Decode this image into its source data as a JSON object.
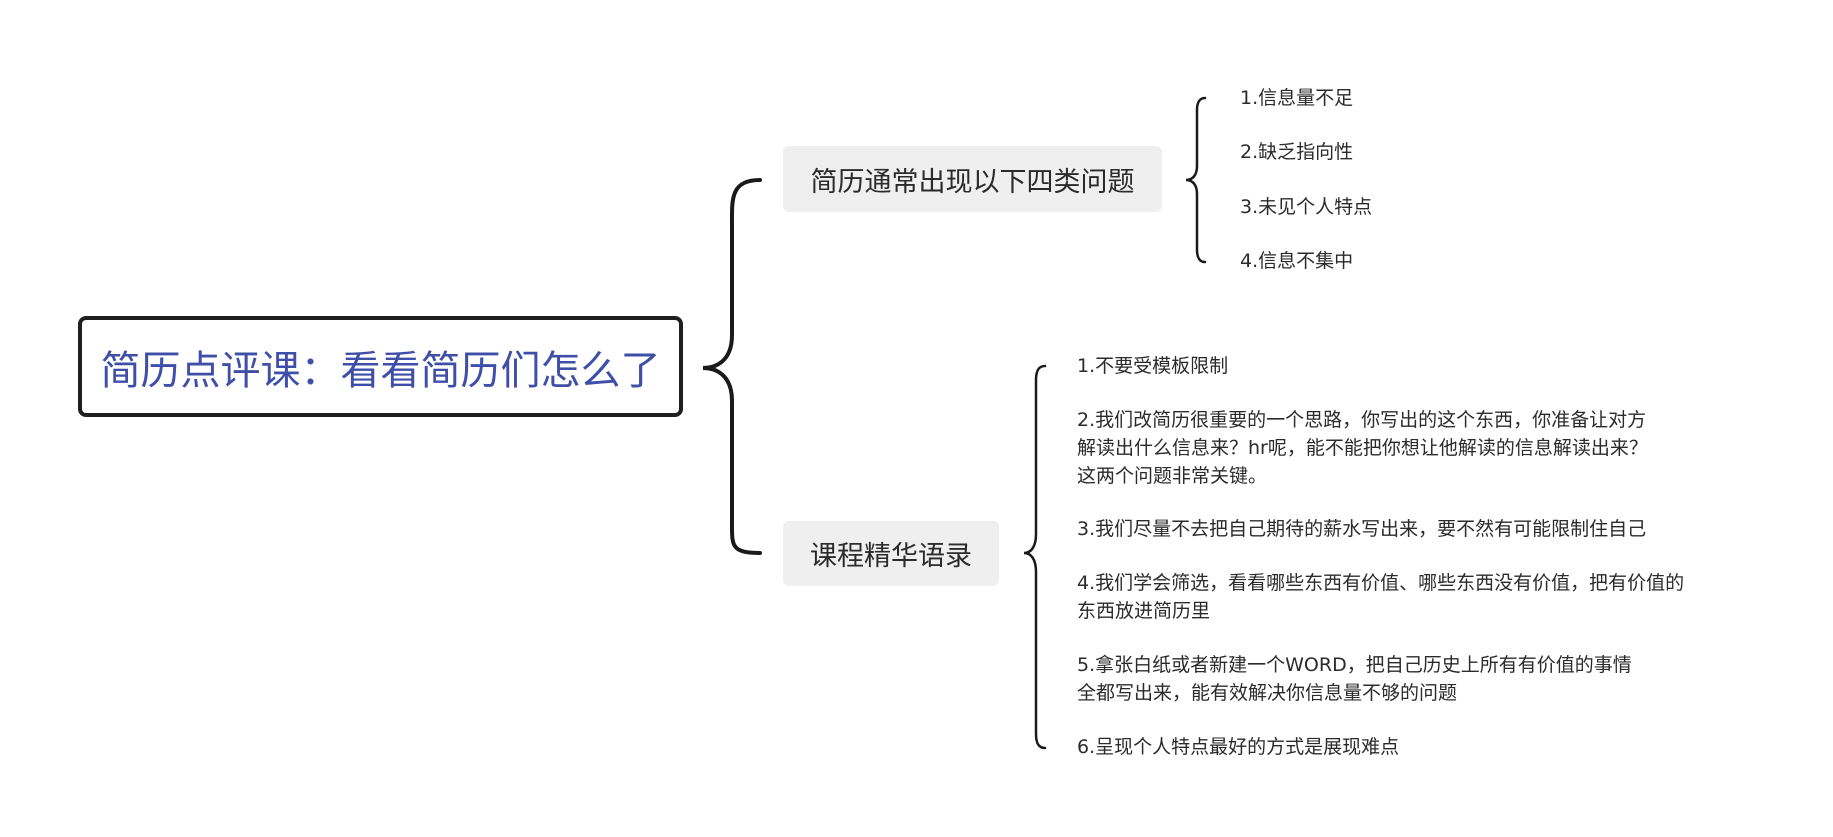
{
  "root": {
    "title": "简历点评课：看看简历们怎么了"
  },
  "branches": [
    {
      "label": "简历通常出现以下四类问题",
      "children": [
        "1.信息量不足",
        "2.缺乏指向性",
        "3.未见个人特点",
        "4.信息不集中"
      ]
    },
    {
      "label": "课程精华语录",
      "children": [
        "1.不要受模板限制",
        "2.我们改简历很重要的一个思路，你写出的这个东西，你准备让对方\n解读出什么信息来？hr呢，能不能把你想让他解读的信息解读出来？\n这两个问题非常关键。",
        "3.我们尽量不去把自己期待的薪水写出来，要不然有可能限制住自己",
        "4.我们学会筛选，看看哪些东西有价值、哪些东西没有价值，把有价值的\n东西放进简历里",
        "5.拿张白纸或者新建一个WORD，把自己历史上所有有价值的事情\n全都写出来，能有效解决你信息量不够的问题",
        "6.呈现个人特点最好的方式是展现难点"
      ]
    }
  ],
  "colors": {
    "root_text": "#3f4fa8",
    "root_border": "#1f1f1f",
    "branch_fill": "#efefef",
    "text": "#2b2b2b",
    "connector": "#1a1a1a"
  }
}
